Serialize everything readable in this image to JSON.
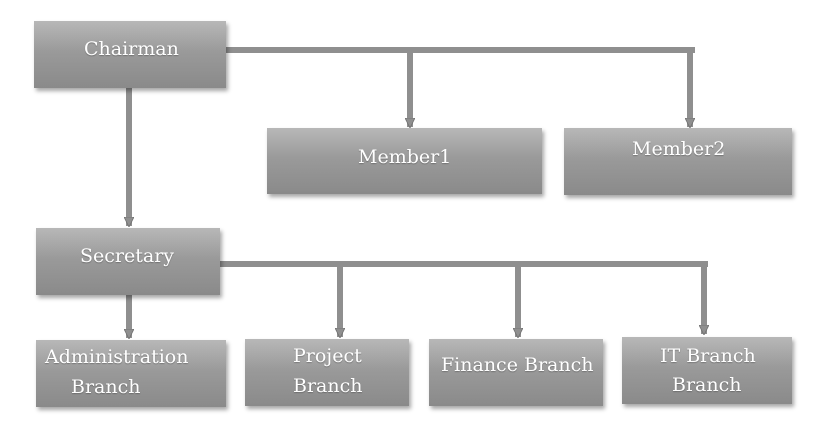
{
  "nodes": {
    "chairman": "Chairman",
    "member1": "Member1",
    "member2": "Member2",
    "secretary": "Secretary",
    "admin_line1": "Administration",
    "admin_line2": "Branch",
    "project_line1": "Project",
    "project_line2": "Branch",
    "finance": "Finance Branch",
    "it_line1": "IT Branch",
    "it_line2": "Branch"
  },
  "colors": {
    "box": "#9a9a9a",
    "line": "#8f8f8f",
    "text": "#ffffff"
  }
}
